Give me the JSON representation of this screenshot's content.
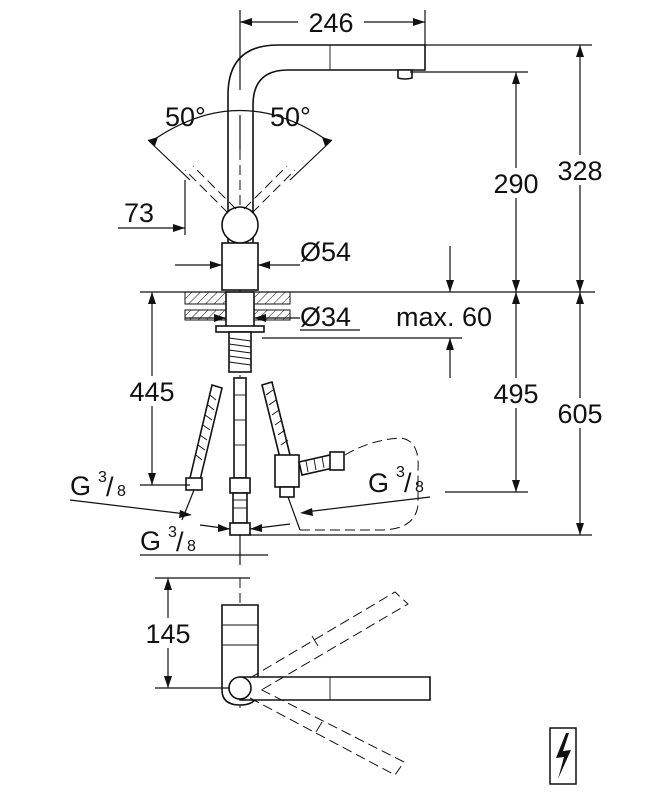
{
  "dimensions": {
    "spout_reach": "246",
    "angle_left": "50°",
    "angle_right": "50°",
    "spout_height": "290",
    "total_height": "328",
    "lever_offset": "73",
    "body_diameter": "Ø54",
    "hole_diameter": "Ø34",
    "deck_thickness": "max. 60",
    "hose_length": "445",
    "below_deck_a": "495",
    "below_deck_b": "605",
    "plan_depth": "145"
  },
  "connections": {
    "left": {
      "letter": "G",
      "num": "3",
      "den": "8"
    },
    "right": {
      "letter": "G",
      "num": "3",
      "den": "8"
    },
    "bottom": {
      "letter": "G",
      "num": "3",
      "den": "8"
    }
  },
  "icons": [
    "lightning-bolt-icon"
  ]
}
